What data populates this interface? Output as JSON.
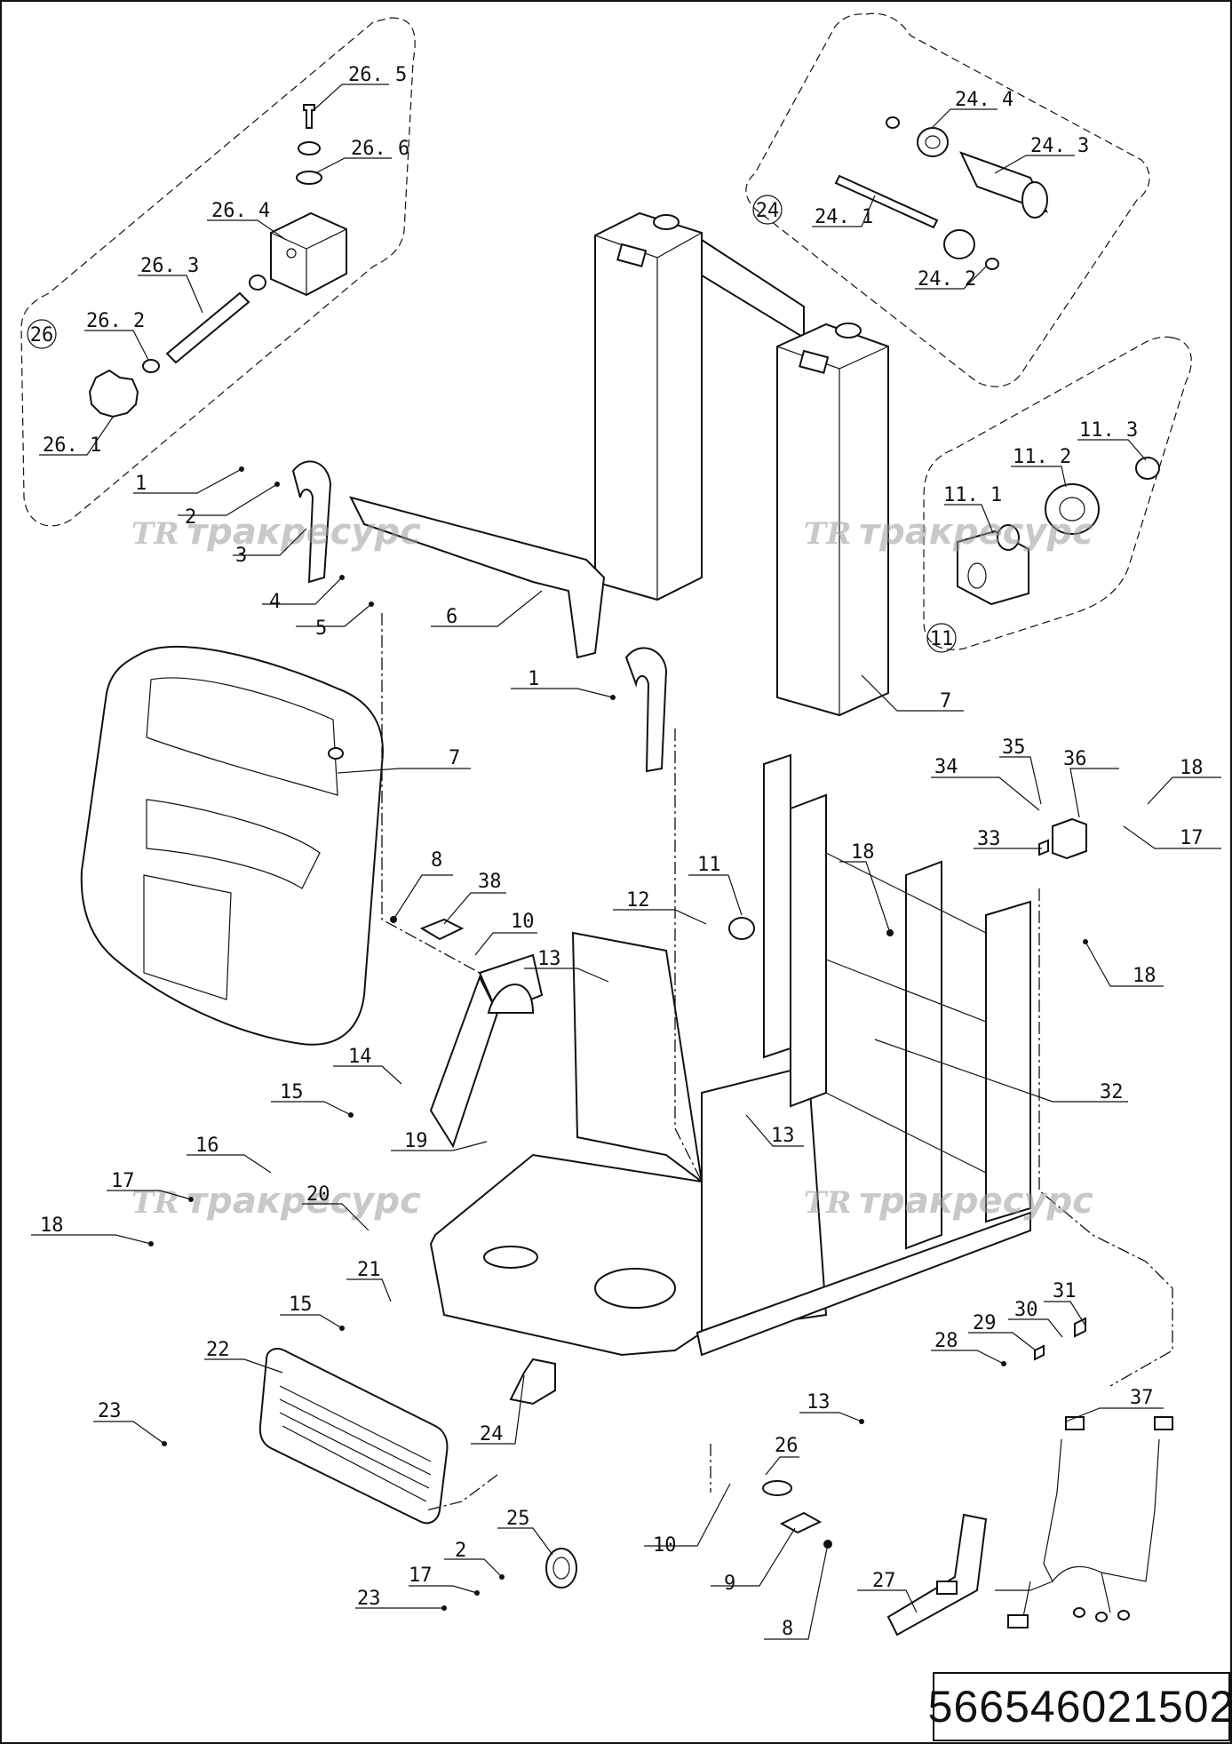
{
  "document_number": "566546021502",
  "watermark": {
    "logo": "TR",
    "text": "тракресурс",
    "color": "#9a9a9a"
  },
  "group_labels": {
    "g24": "24",
    "g26": "26",
    "g11": "11"
  },
  "callouts": {
    "c_26_5": "26. 5",
    "c_26_6": "26. 6",
    "c_26_4": "26. 4",
    "c_26_3": "26. 3",
    "c_26_2": "26. 2",
    "c_26_1": "26. 1",
    "c_24_4": "24. 4",
    "c_24_3": "24. 3",
    "c_24_1": "24. 1",
    "c_24_2": "24. 2",
    "c_11_3": "11. 3",
    "c_11_2": "11. 2",
    "c_11_1": "11. 1",
    "c_1a": "1",
    "c_2a": "2",
    "c_3": "3",
    "c_4": "4",
    "c_5": "5",
    "c_6": "6",
    "c_1b": "1",
    "c_7a": "7",
    "c_7b": "7",
    "c_34": "34",
    "c_35": "35",
    "c_36": "36",
    "c_18a": "18",
    "c_33": "33",
    "c_17a": "17",
    "c_8a": "8",
    "c_38": "38",
    "c_10a": "10",
    "c_11": "11",
    "c_12": "12",
    "c_18b": "18",
    "c_13a": "13",
    "c_18c": "18",
    "c_14": "14",
    "c_32": "32",
    "c_15a": "15",
    "c_19": "19",
    "c_13b": "13",
    "c_16": "16",
    "c_17b": "17",
    "c_20": "20",
    "c_18d": "18",
    "c_21": "21",
    "c_31": "31",
    "c_15b": "15",
    "c_30": "30",
    "c_29": "29",
    "c_28": "28",
    "c_22": "22",
    "c_37": "37",
    "c_13c": "13",
    "c_23a": "23",
    "c_24": "24",
    "c_26": "26",
    "c_27": "27",
    "c_25": "25",
    "c_10b": "10",
    "c_2b": "2",
    "c_9": "9",
    "c_17c": "17",
    "c_23b": "23",
    "c_8b": "8"
  }
}
